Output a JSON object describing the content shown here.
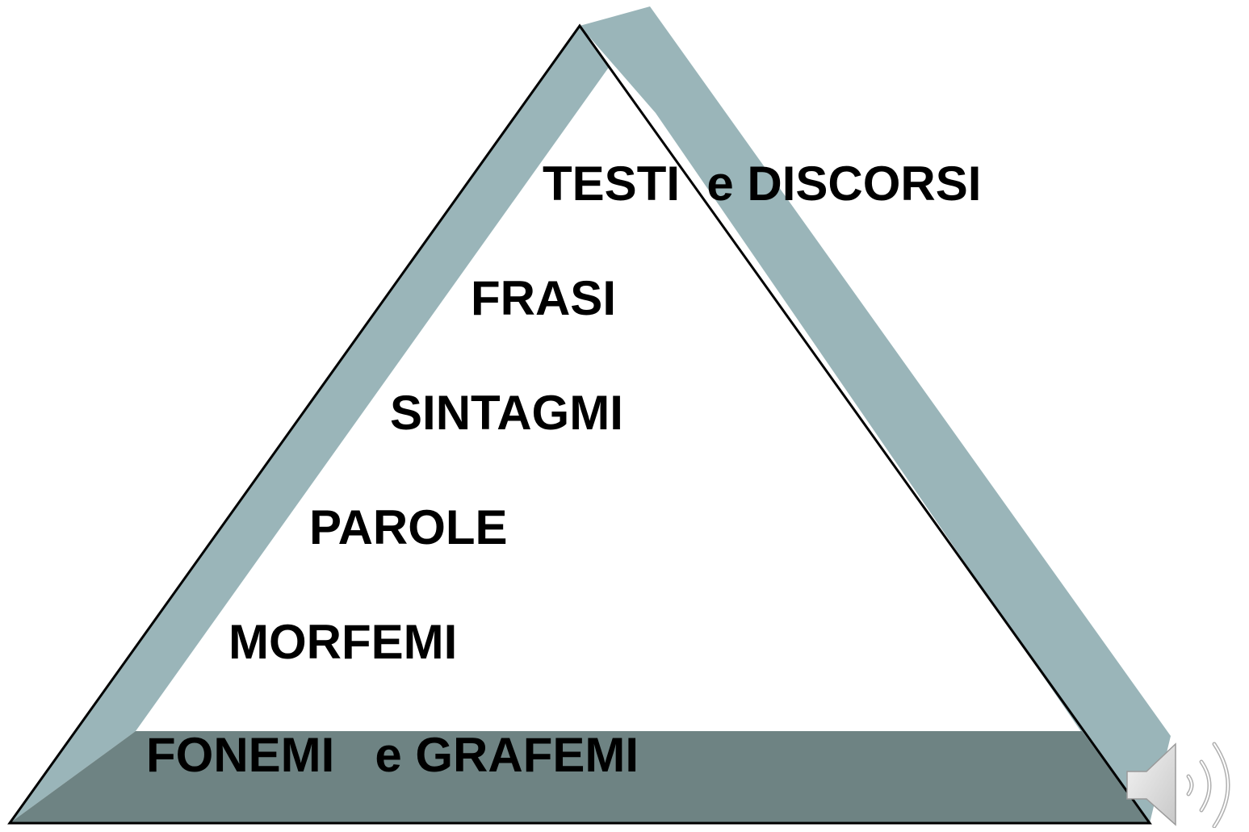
{
  "pyramid": {
    "levels": {
      "testi": "TESTI  e DISCORSI",
      "frasi": "FRASI",
      "sintagmi": "SINTAGMI",
      "parole": "PAROLE",
      "morfemi": "MORFEMI",
      "fonemi": "FONEMI   e GRAFEMI"
    },
    "colors": {
      "side_face": "#9ab5b9",
      "base_face": "#6e8383",
      "front_face": "#ffffff",
      "outline": "#000000",
      "text": "#000000"
    }
  },
  "controls": {
    "audio_icon": "speaker-icon"
  }
}
